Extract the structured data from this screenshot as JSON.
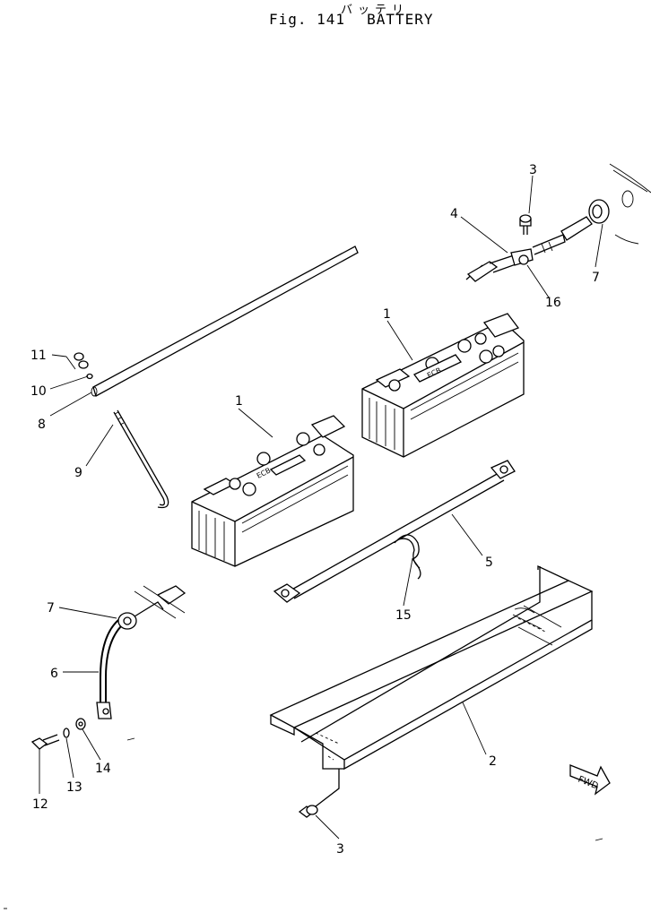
{
  "header": {
    "japanese_title": "バッテリ",
    "fig_label": "Fig. 141",
    "title": "BATTERY"
  },
  "callouts": {
    "c1a": "1",
    "c1b": "1",
    "c2": "2",
    "c3a": "3",
    "c3b": "3",
    "c4": "4",
    "c5": "5",
    "c6": "6",
    "c7a": "7",
    "c7b": "7",
    "c8": "8",
    "c9": "9",
    "c10": "10",
    "c11": "11",
    "c12": "12",
    "c13": "13",
    "c14": "14",
    "c15": "15",
    "c16": "16"
  },
  "direction_marker": "FWD"
}
